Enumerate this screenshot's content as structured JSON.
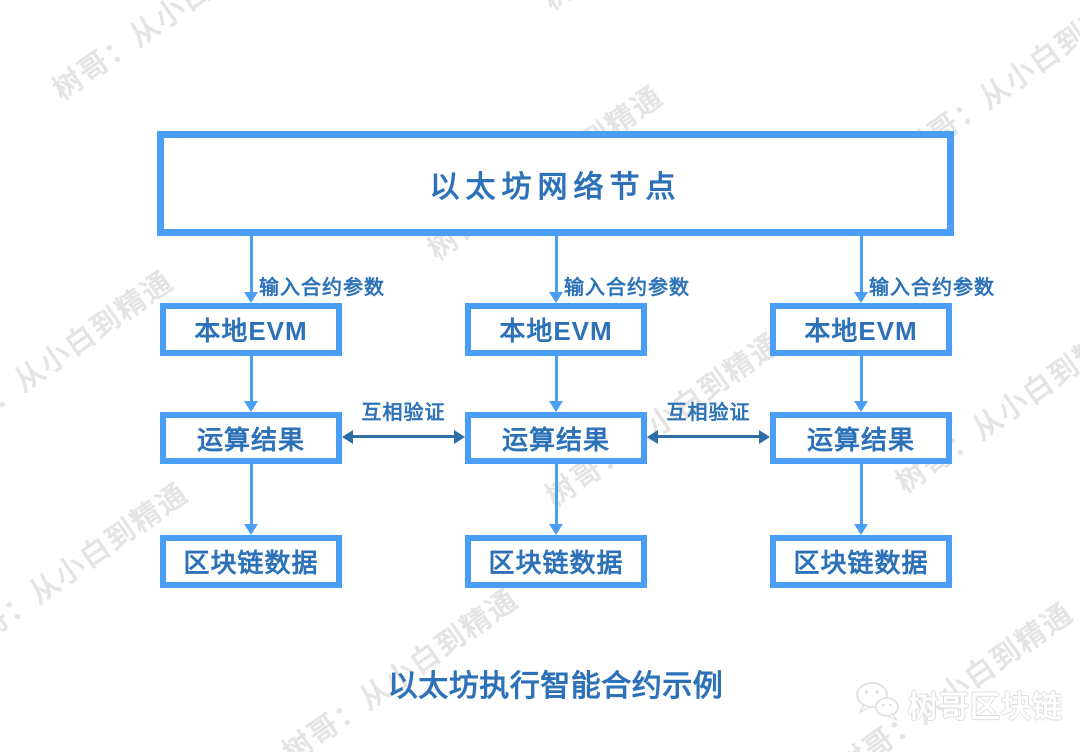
{
  "watermark": {
    "text": "树哥：从小白到精通"
  },
  "diagram": {
    "root": {
      "label": "以太坊网络节点"
    },
    "columns": [
      {
        "input_label": "输入合约参数",
        "evm": "本地EVM",
        "result": "运算结果",
        "data": "区块链数据"
      },
      {
        "input_label": "输入合约参数",
        "evm": "本地EVM",
        "result": "运算结果",
        "data": "区块链数据"
      },
      {
        "input_label": "输入合约参数",
        "evm": "本地EVM",
        "result": "运算结果",
        "data": "区块链数据"
      }
    ],
    "verify_labels": [
      "互相验证",
      "互相验证"
    ],
    "caption": "以太坊执行智能合约示例"
  },
  "logo": {
    "text": "树哥区块链",
    "icon": "wechat-icon"
  },
  "colors": {
    "box_border": "#4a9ef5",
    "box_text": "#2d72b8",
    "arrow_light": "#4a9ef5",
    "arrow_dark": "#2e6da8",
    "watermark": "#e4e4e4"
  }
}
